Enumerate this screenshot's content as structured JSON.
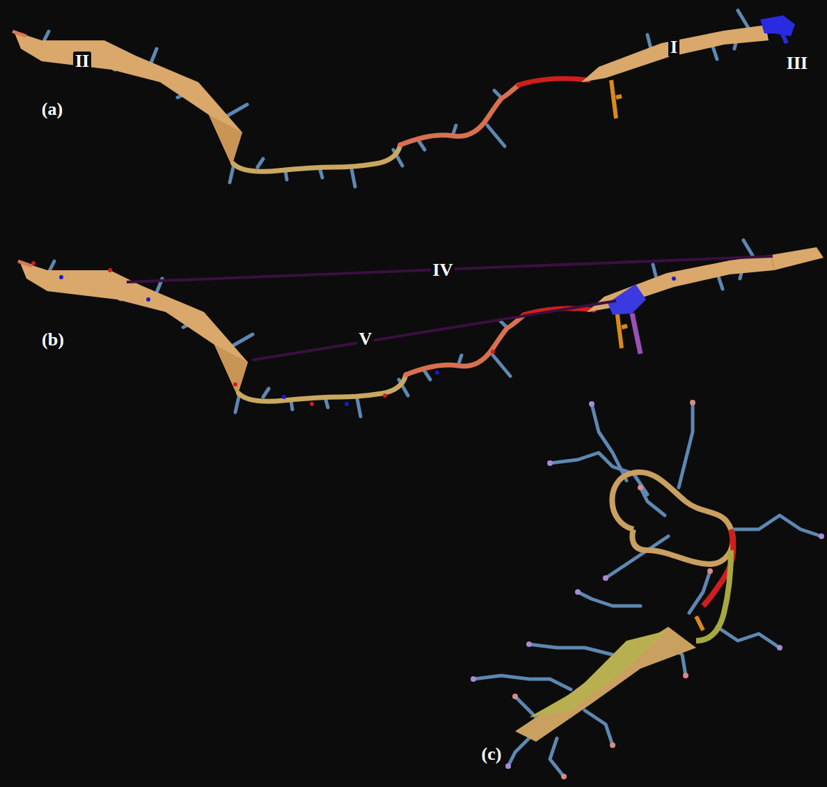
{
  "diagram": {
    "labels": [
      "II",
      "(a)",
      "I",
      "III",
      "IV",
      "(b)",
      "V",
      "(c)"
    ]
  }
}
